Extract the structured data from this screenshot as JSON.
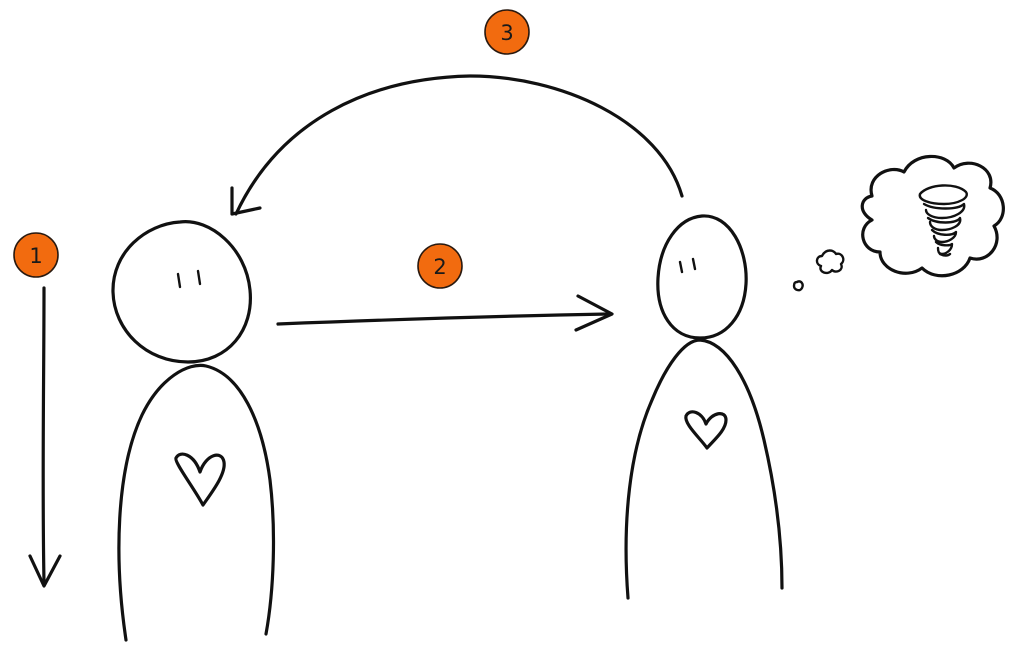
{
  "colors": {
    "badge_fill": "#f26b0f",
    "ink": "#111111",
    "background": "#ffffff"
  },
  "steps": [
    {
      "label": "1"
    },
    {
      "label": "2"
    },
    {
      "label": "3"
    }
  ]
}
